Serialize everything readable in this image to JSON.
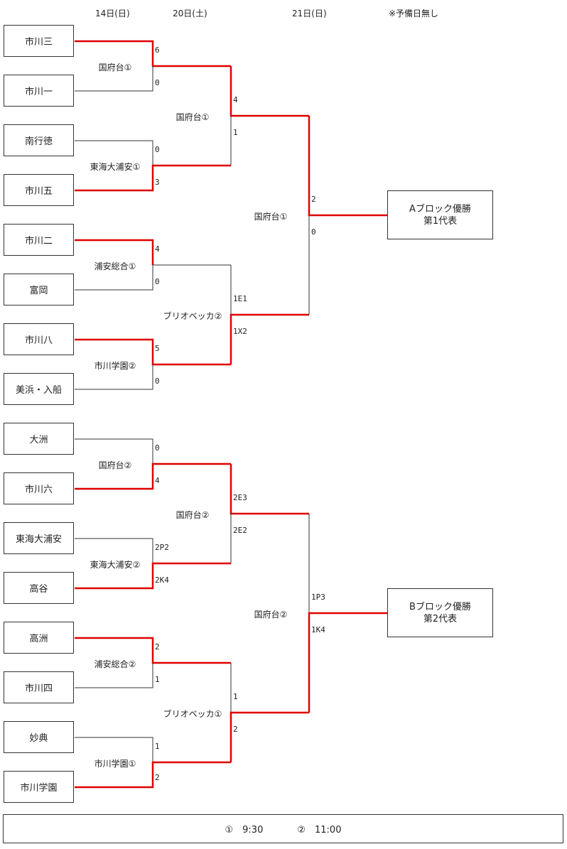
{
  "header": {
    "day1": "14日(日)",
    "day2": "20日(土)",
    "day3": "21日(日)",
    "note": "※予備日無し"
  },
  "teams": [
    "市川三",
    "市川一",
    "南行徳",
    "市川五",
    "市川二",
    "富岡",
    "市川八",
    "美浜・入船",
    "大洲",
    "市川六",
    "東海大浦安",
    "高谷",
    "高洲",
    "市川四",
    "妙典",
    "市川学園"
  ],
  "round1": [
    {
      "venue": "国府台①",
      "s1": "6",
      "s2": "0"
    },
    {
      "venue": "東海大浦安①",
      "s1": "0",
      "s2": "3"
    },
    {
      "venue": "浦安総合①",
      "s1": "4",
      "s2": "0"
    },
    {
      "venue": "市川学園②",
      "s1": "5",
      "s2": "0"
    },
    {
      "venue": "国府台②",
      "s1": "0",
      "s2": "4"
    },
    {
      "venue": "東海大浦安②",
      "s1": "2P2",
      "s2": "2K4"
    },
    {
      "venue": "浦安総合②",
      "s1": "2",
      "s2": "1"
    },
    {
      "venue": "市川学園①",
      "s1": "1",
      "s2": "2"
    }
  ],
  "round2": [
    {
      "venue": "国府台①",
      "s1": "4",
      "s2": "1"
    },
    {
      "venue": "ブリオベッカ②",
      "s1": "1E1",
      "s2": "1X2"
    },
    {
      "venue": "国府台②",
      "s1": "2E3",
      "s2": "2E2"
    },
    {
      "venue": "ブリオベッカ①",
      "s1": "1",
      "s2": "2"
    }
  ],
  "round3": [
    {
      "venue": "国府台①",
      "s1": "2",
      "s2": "0"
    },
    {
      "venue": "国府台②",
      "s1": "1P3",
      "s2": "1K4"
    }
  ],
  "champions": [
    {
      "line1": "Aブロック優勝",
      "line2": "第1代表"
    },
    {
      "line1": "Bブロック優勝",
      "line2": "第2代表"
    }
  ],
  "footer": {
    "slot1": "①　9:30",
    "slot2": "②　11:00"
  },
  "colors": {
    "winner_line": "#e00000",
    "line": "#333333"
  }
}
